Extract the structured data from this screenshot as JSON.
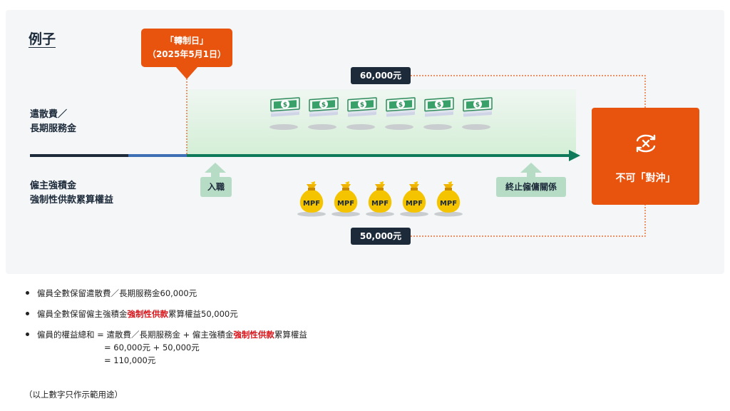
{
  "example_title": "例子",
  "conversion_callout": {
    "line1": "「轉制日」",
    "line2": "（2025年5月1日）"
  },
  "rows": {
    "severance_line1": "遣散費／",
    "severance_line2": "長期服務金",
    "mpf_line1": "僱主強積金",
    "mpf_line2": "強制性供款累算權益"
  },
  "amounts": {
    "severance": "60,000元",
    "mpf": "50,000元"
  },
  "tags": {
    "join": "入職",
    "terminate": "終止僱傭關係"
  },
  "coin_label": "MPF",
  "result_label": "不可「對沖」",
  "notes": {
    "item1": "僱員全數保留遣散費／長期服務金60,000元",
    "item2_prefix": "僱員全數保留僱主強積金",
    "item2_highlight": "強制性供款",
    "item2_suffix": "累算權益50,000元",
    "item3_prefix": "僱員的權益總和 = 遣散費／長期服務金 + 僱主強積金",
    "item3_highlight": "強制性供款",
    "item3_suffix": "累算權益",
    "item3_line2": "= 60,000元 + 50,000元",
    "item3_line3": "= 110,000元"
  },
  "footnote": "（以上數字只作示範用途）",
  "colors": {
    "orange": "#e8530e",
    "navy": "#1c2a3a",
    "green": "#0f7a5a",
    "blue": "#3d6fb5",
    "red": "#d8141a",
    "mint": "#b6dcc6"
  }
}
